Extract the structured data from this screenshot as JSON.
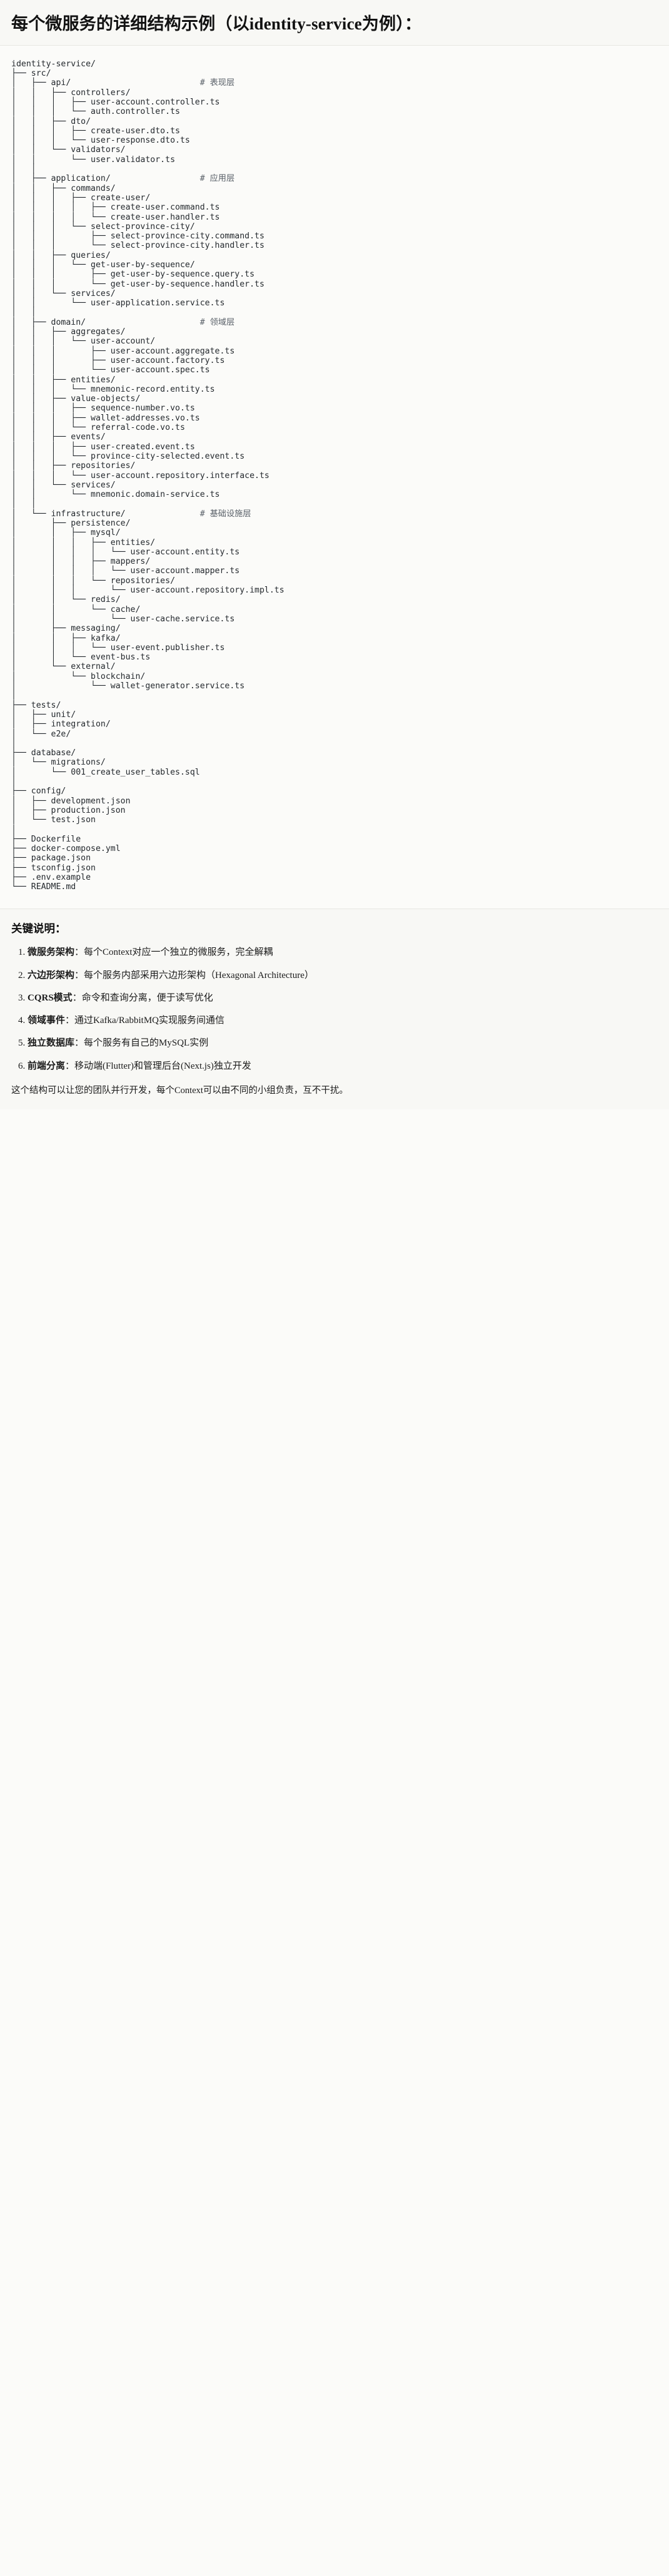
{
  "header": {
    "title": "每个微服务的详细结构示例（以identity-service为例）："
  },
  "tree": {
    "root": "identity-service/",
    "lines": [
      {
        "text": "identity-service/",
        "comment": ""
      },
      {
        "text": "├── src/",
        "comment": ""
      },
      {
        "text": "│   ├── api/",
        "comment": "# 表现层"
      },
      {
        "text": "│   │   ├── controllers/",
        "comment": ""
      },
      {
        "text": "│   │   │   ├── user-account.controller.ts",
        "comment": ""
      },
      {
        "text": "│   │   │   └── auth.controller.ts",
        "comment": ""
      },
      {
        "text": "│   │   ├── dto/",
        "comment": ""
      },
      {
        "text": "│   │   │   ├── create-user.dto.ts",
        "comment": ""
      },
      {
        "text": "│   │   │   └── user-response.dto.ts",
        "comment": ""
      },
      {
        "text": "│   │   └── validators/",
        "comment": ""
      },
      {
        "text": "│   │       └── user.validator.ts",
        "comment": ""
      },
      {
        "text": "│   │",
        "comment": ""
      },
      {
        "text": "│   ├── application/",
        "comment": "# 应用层"
      },
      {
        "text": "│   │   ├── commands/",
        "comment": ""
      },
      {
        "text": "│   │   │   ├── create-user/",
        "comment": ""
      },
      {
        "text": "│   │   │   │   ├── create-user.command.ts",
        "comment": ""
      },
      {
        "text": "│   │   │   │   └── create-user.handler.ts",
        "comment": ""
      },
      {
        "text": "│   │   │   └── select-province-city/",
        "comment": ""
      },
      {
        "text": "│   │   │       ├── select-province-city.command.ts",
        "comment": ""
      },
      {
        "text": "│   │   │       └── select-province-city.handler.ts",
        "comment": ""
      },
      {
        "text": "│   │   ├── queries/",
        "comment": ""
      },
      {
        "text": "│   │   │   └── get-user-by-sequence/",
        "comment": ""
      },
      {
        "text": "│   │   │       ├── get-user-by-sequence.query.ts",
        "comment": ""
      },
      {
        "text": "│   │   │       └── get-user-by-sequence.handler.ts",
        "comment": ""
      },
      {
        "text": "│   │   └── services/",
        "comment": ""
      },
      {
        "text": "│   │       └── user-application.service.ts",
        "comment": ""
      },
      {
        "text": "│   │",
        "comment": ""
      },
      {
        "text": "│   ├── domain/",
        "comment": "# 领域层"
      },
      {
        "text": "│   │   ├── aggregates/",
        "comment": ""
      },
      {
        "text": "│   │   │   └── user-account/",
        "comment": ""
      },
      {
        "text": "│   │   │       ├── user-account.aggregate.ts",
        "comment": ""
      },
      {
        "text": "│   │   │       ├── user-account.factory.ts",
        "comment": ""
      },
      {
        "text": "│   │   │       └── user-account.spec.ts",
        "comment": ""
      },
      {
        "text": "│   │   ├── entities/",
        "comment": ""
      },
      {
        "text": "│   │   │   └── mnemonic-record.entity.ts",
        "comment": ""
      },
      {
        "text": "│   │   ├── value-objects/",
        "comment": ""
      },
      {
        "text": "│   │   │   ├── sequence-number.vo.ts",
        "comment": ""
      },
      {
        "text": "│   │   │   ├── wallet-addresses.vo.ts",
        "comment": ""
      },
      {
        "text": "│   │   │   └── referral-code.vo.ts",
        "comment": ""
      },
      {
        "text": "│   │   ├── events/",
        "comment": ""
      },
      {
        "text": "│   │   │   ├── user-created.event.ts",
        "comment": ""
      },
      {
        "text": "│   │   │   └── province-city-selected.event.ts",
        "comment": ""
      },
      {
        "text": "│   │   ├── repositories/",
        "comment": ""
      },
      {
        "text": "│   │   │   └── user-account.repository.interface.ts",
        "comment": ""
      },
      {
        "text": "│   │   └── services/",
        "comment": ""
      },
      {
        "text": "│   │       └── mnemonic.domain-service.ts",
        "comment": ""
      },
      {
        "text": "│   │",
        "comment": ""
      },
      {
        "text": "│   └── infrastructure/",
        "comment": "# 基础设施层"
      },
      {
        "text": "│       ├── persistence/",
        "comment": ""
      },
      {
        "text": "│       │   ├── mysql/",
        "comment": ""
      },
      {
        "text": "│       │   │   ├── entities/",
        "comment": ""
      },
      {
        "text": "│       │   │   │   └── user-account.entity.ts",
        "comment": ""
      },
      {
        "text": "│       │   │   ├── mappers/",
        "comment": ""
      },
      {
        "text": "│       │   │   │   └── user-account.mapper.ts",
        "comment": ""
      },
      {
        "text": "│       │   │   └── repositories/",
        "comment": ""
      },
      {
        "text": "│       │   │       └── user-account.repository.impl.ts",
        "comment": ""
      },
      {
        "text": "│       │   └── redis/",
        "comment": ""
      },
      {
        "text": "│       │       └── cache/",
        "comment": ""
      },
      {
        "text": "│       │           └── user-cache.service.ts",
        "comment": ""
      },
      {
        "text": "│       ├── messaging/",
        "comment": ""
      },
      {
        "text": "│       │   ├── kafka/",
        "comment": ""
      },
      {
        "text": "│       │   │   └── user-event.publisher.ts",
        "comment": ""
      },
      {
        "text": "│       │   └── event-bus.ts",
        "comment": ""
      },
      {
        "text": "│       └── external/",
        "comment": ""
      },
      {
        "text": "│           └── blockchain/",
        "comment": ""
      },
      {
        "text": "│               └── wallet-generator.service.ts",
        "comment": ""
      },
      {
        "text": "│",
        "comment": ""
      },
      {
        "text": "├── tests/",
        "comment": ""
      },
      {
        "text": "│   ├── unit/",
        "comment": ""
      },
      {
        "text": "│   ├── integration/",
        "comment": ""
      },
      {
        "text": "│   └── e2e/",
        "comment": ""
      },
      {
        "text": "│",
        "comment": ""
      },
      {
        "text": "├── database/",
        "comment": ""
      },
      {
        "text": "│   └── migrations/",
        "comment": ""
      },
      {
        "text": "│       └── 001_create_user_tables.sql",
        "comment": ""
      },
      {
        "text": "│",
        "comment": ""
      },
      {
        "text": "├── config/",
        "comment": ""
      },
      {
        "text": "│   ├── development.json",
        "comment": ""
      },
      {
        "text": "│   ├── production.json",
        "comment": ""
      },
      {
        "text": "│   └── test.json",
        "comment": ""
      },
      {
        "text": "│",
        "comment": ""
      },
      {
        "text": "├── Dockerfile",
        "comment": ""
      },
      {
        "text": "├── docker-compose.yml",
        "comment": ""
      },
      {
        "text": "├── package.json",
        "comment": ""
      },
      {
        "text": "├── tsconfig.json",
        "comment": ""
      },
      {
        "text": "├── .env.example",
        "comment": ""
      },
      {
        "text": "└── README.md",
        "comment": ""
      }
    ]
  },
  "notes": {
    "heading": "关键说明：",
    "items": [
      {
        "name": "微服务架构",
        "desc": "：每个Context对应一个独立的微服务，完全解耦"
      },
      {
        "name": "六边形架构",
        "desc": "：每个服务内部采用六边形架构（Hexagonal Architecture）"
      },
      {
        "name": "CQRS模式",
        "desc": "：命令和查询分离，便于读写优化"
      },
      {
        "name": "领域事件",
        "desc": "：通过Kafka/RabbitMQ实现服务间通信"
      },
      {
        "name": "独立数据库",
        "desc": "：每个服务有自己的MySQL实例"
      },
      {
        "name": "前端分离",
        "desc": "：移动端(Flutter)和管理后台(Next.js)独立开发"
      }
    ],
    "footer": "这个结构可以让您的团队并行开发，每个Context可以由不同的小组负责，互不干扰。"
  },
  "colors": {
    "page_bg": "#fbfbf9",
    "panel_bg": "#f8f8f5",
    "text": "#1b1b1b",
    "code_text": "#24292e",
    "comment_text": "#5a6169",
    "divider": "#e7e7e2"
  }
}
